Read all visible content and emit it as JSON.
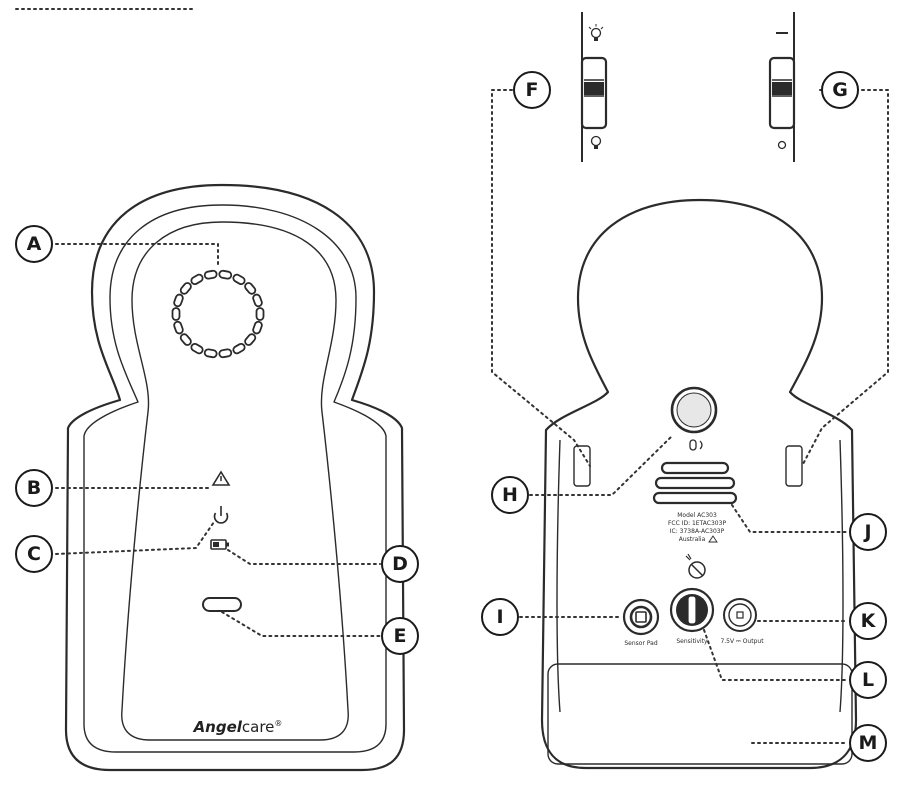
{
  "brand": {
    "name_bold": "Angel",
    "name_regular": "care",
    "mark": "®"
  },
  "front_unit": {
    "callouts": [
      {
        "letter": "A",
        "icon": "speaker-grille"
      },
      {
        "letter": "B",
        "icon": "alarm-warning-icon"
      },
      {
        "letter": "C",
        "icon": "power-icon"
      },
      {
        "letter": "D",
        "icon": "battery-icon"
      },
      {
        "letter": "E",
        "icon": "button"
      }
    ]
  },
  "back_unit": {
    "callouts": [
      {
        "letter": "F",
        "icon": "light-switch"
      },
      {
        "letter": "G",
        "icon": "volume-switch"
      },
      {
        "letter": "H",
        "icon": "round-button"
      },
      {
        "letter": "I",
        "icon": "sensor-pad-jack"
      },
      {
        "letter": "J",
        "icon": "speaker-slots"
      },
      {
        "letter": "K",
        "icon": "output-jack"
      },
      {
        "letter": "L",
        "icon": "sensitivity-dial"
      },
      {
        "letter": "M",
        "icon": "battery-compartment"
      }
    ],
    "label_model": "Model AC303",
    "label_fcc": "FCC ID: 1ETAC303P",
    "label_ic": "IC: 3738A-AC303P",
    "label_origin": "Australia",
    "jack_sensor": "Sensor Pad",
    "dial_sensitivity": "Sensitivity",
    "jack_output": "7.5V ⎓ Output"
  },
  "colors": {
    "line": "#2b2b2b",
    "background": "#ffffff"
  }
}
